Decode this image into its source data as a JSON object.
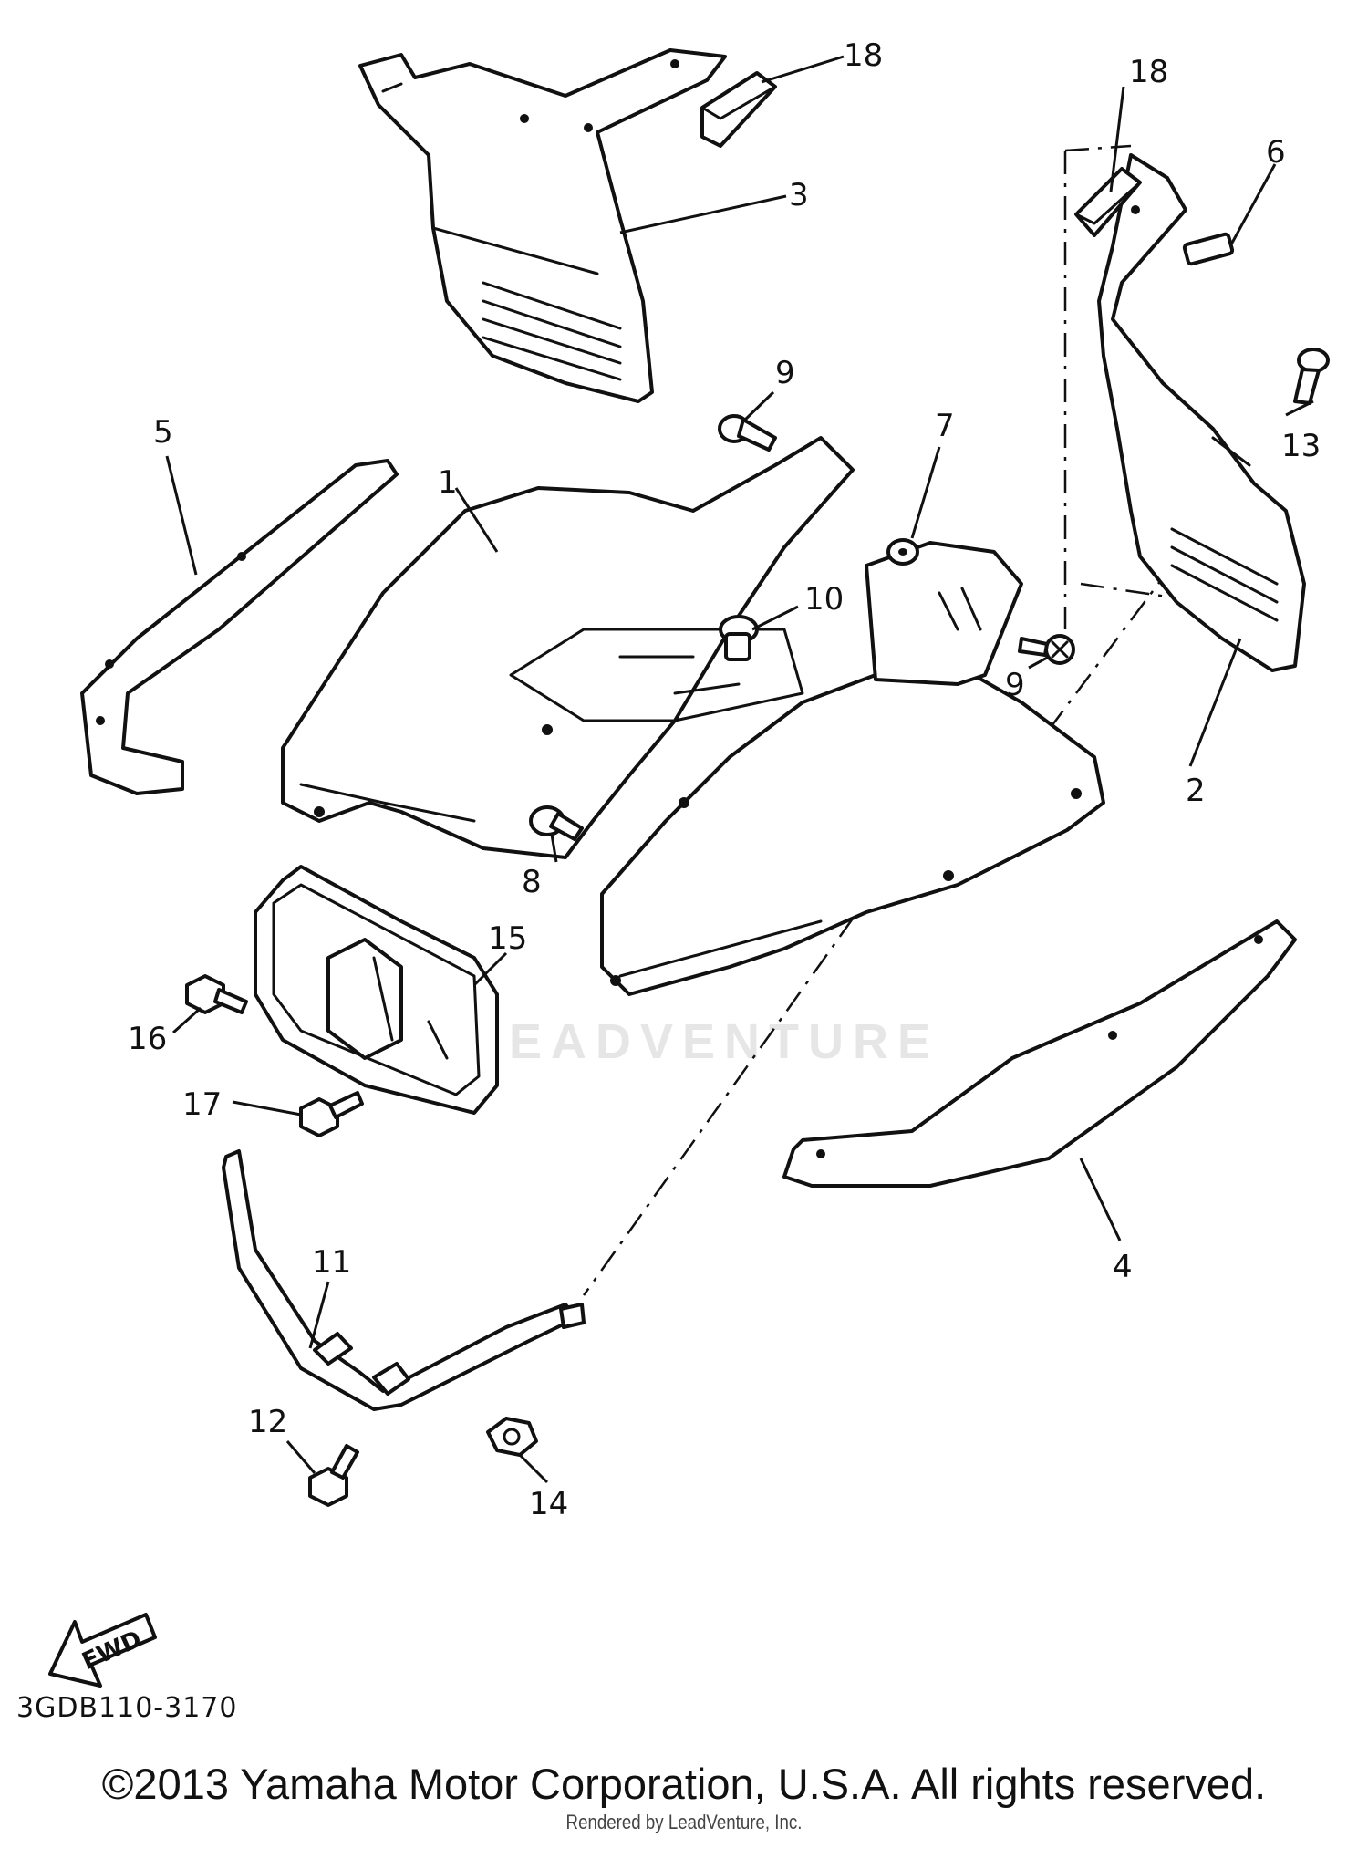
{
  "callouts": [
    {
      "id": "1",
      "label": "1"
    },
    {
      "id": "2",
      "label": "2"
    },
    {
      "id": "3",
      "label": "3"
    },
    {
      "id": "4",
      "label": "4"
    },
    {
      "id": "5",
      "label": "5"
    },
    {
      "id": "6",
      "label": "6"
    },
    {
      "id": "7",
      "label": "7"
    },
    {
      "id": "8",
      "label": "8"
    },
    {
      "id": "9a",
      "label": "9"
    },
    {
      "id": "9b",
      "label": "9"
    },
    {
      "id": "10",
      "label": "10"
    },
    {
      "id": "11",
      "label": "11"
    },
    {
      "id": "12",
      "label": "12"
    },
    {
      "id": "13",
      "label": "13"
    },
    {
      "id": "14",
      "label": "14"
    },
    {
      "id": "15",
      "label": "15"
    },
    {
      "id": "16",
      "label": "16"
    },
    {
      "id": "17",
      "label": "17"
    },
    {
      "id": "18a",
      "label": "18"
    },
    {
      "id": "18b",
      "label": "18"
    }
  ],
  "direction_arrow_label": "FWD",
  "part_code": "3GDB110-3170",
  "watermark": "LEADVENTURE",
  "copyright": "©2013 Yamaha Motor Corporation, U.S.A. All rights reserved.",
  "rendered_by": "Rendered by LeadVenture, Inc."
}
